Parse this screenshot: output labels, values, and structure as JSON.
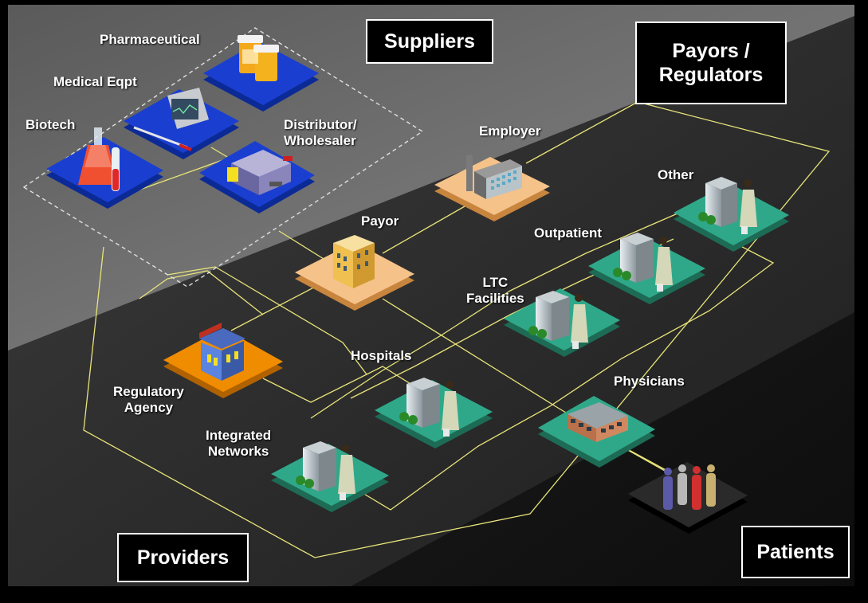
{
  "colors": {
    "connector": "#e8e47a",
    "supplier_tile": "#1a3fd0",
    "provider_tile": "#2fa88a",
    "payor_tile": "#f5c28a",
    "regulator_tile": "#f08c00",
    "patient_tile": "#1c1c1c"
  },
  "groups": {
    "suppliers": "Suppliers",
    "payors_regulators": [
      "Payors /",
      "Regulators"
    ],
    "providers": "Providers",
    "patients": "Patients"
  },
  "nodes": {
    "pharmaceutical": "Pharmaceutical",
    "medical_eqpt": "Medical Eqpt",
    "biotech": "Biotech",
    "distributor": [
      "Distributor/",
      "Wholesaler"
    ],
    "employer": "Employer",
    "payor": "Payor",
    "regulatory_agency": [
      "Regulatory",
      "Agency"
    ],
    "other": "Other",
    "outpatient": "Outpatient",
    "ltc": [
      "LTC",
      "Facilities"
    ],
    "hospitals": "Hospitals",
    "physicians": "Physicians",
    "integrated_networks": [
      "Integrated",
      "Networks"
    ]
  },
  "icons": {
    "pharmaceutical": "pill-bottles-icon",
    "medical_eqpt": "monitor-syringe-icon",
    "biotech": "lab-flask-icon",
    "distributor": "warehouse-icon",
    "employer": "factory-icon",
    "payor": "office-building-icon",
    "regulatory_agency": "government-building-icon",
    "provider": "hospital-doctor-icon",
    "physicians": "clinic-icon",
    "patients": "people-icon"
  }
}
